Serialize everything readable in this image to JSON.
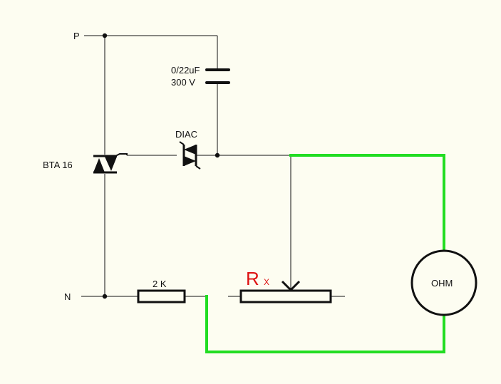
{
  "labels": {
    "node_p": "P",
    "node_n": "N",
    "capacitor_value": "0/22uF",
    "capacitor_voltage": "300 V",
    "diac": "DIAC",
    "triac": "BTA 16",
    "resistor": "2 K",
    "rx_main": "R",
    "rx_sub": "X",
    "meter": "OHM"
  },
  "colors": {
    "background": "#fdfdf1",
    "wire": "#111111",
    "test_lead": "#22dd22",
    "rx_label": "#dd1111"
  }
}
